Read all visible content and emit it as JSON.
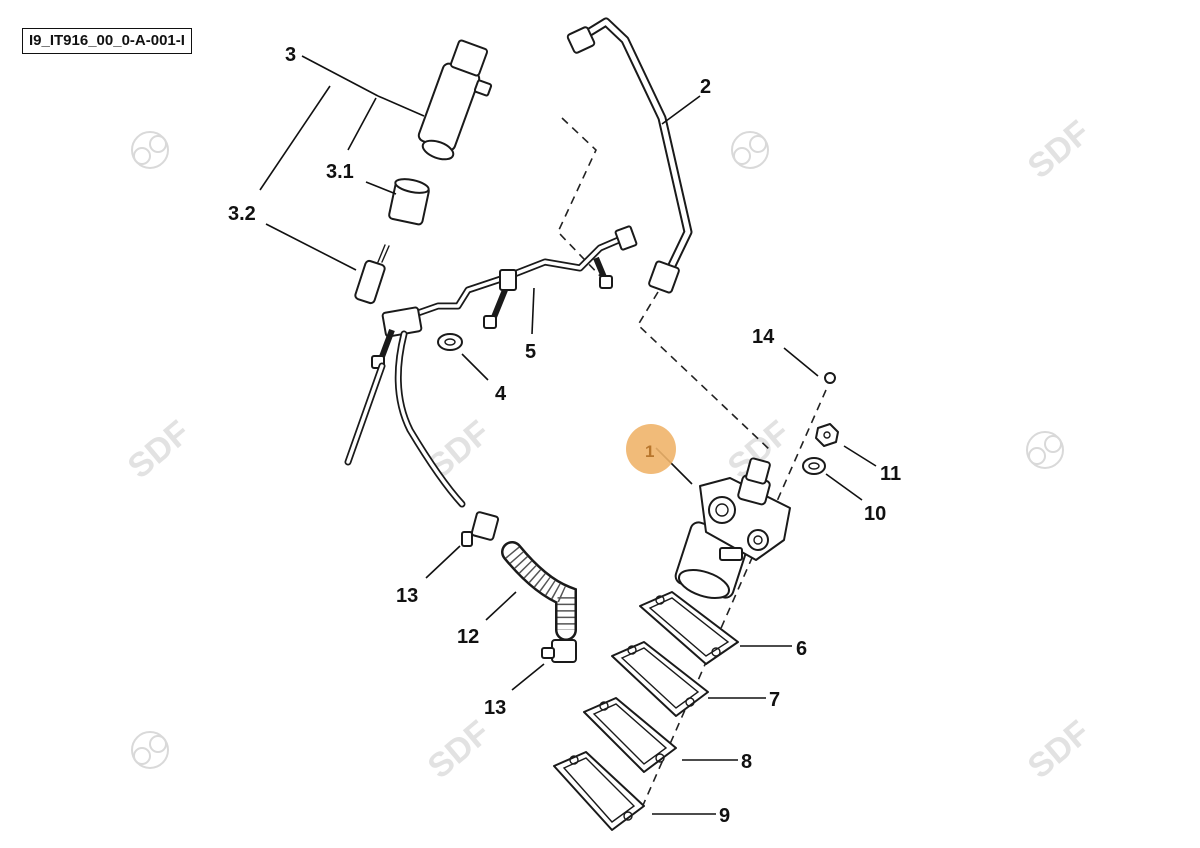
{
  "diagram": {
    "reference_code": "I9_IT916_00_0-A-001-I",
    "watermark_text": "SDF",
    "highlight_color": "#f0b46a",
    "callouts": {
      "p1": "1",
      "p2": "2",
      "p3": "3",
      "p3_1": "3.1",
      "p3_2": "3.2",
      "p4": "4",
      "p5": "5",
      "p6": "6",
      "p7": "7",
      "p8": "8",
      "p9": "9",
      "p10": "10",
      "p11": "11",
      "p12": "12",
      "p13a": "13",
      "p13b": "13",
      "p14": "14"
    }
  }
}
